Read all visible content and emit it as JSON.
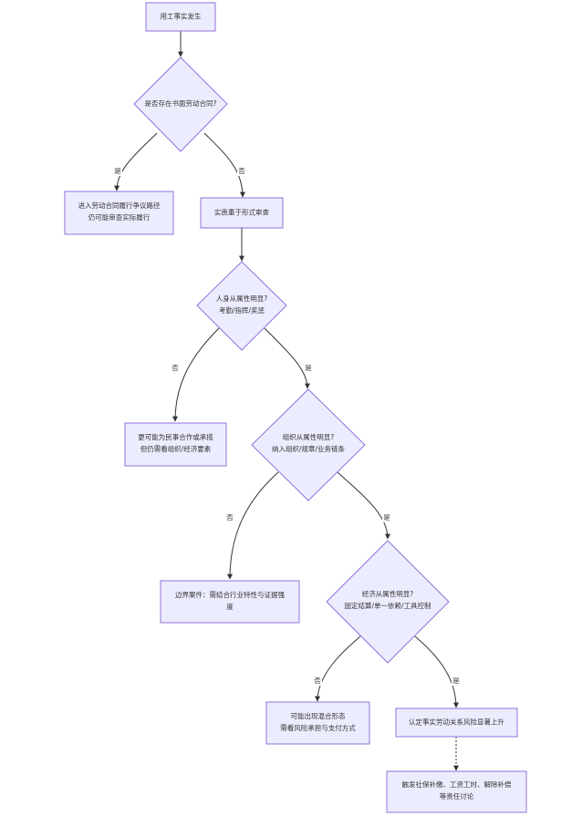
{
  "nodes": {
    "start": [
      "用工事实发生"
    ],
    "q_contract": [
      "是否存在书面劳动合同?"
    ],
    "contract_path": [
      "进入劳动合同履行争议路径",
      "仍可能审查实际履行"
    ],
    "substance_review": [
      "实质重于形式审查"
    ],
    "q_personal": [
      "人身从属性明显?",
      "考勤/指挥/奖惩"
    ],
    "civil_contract": [
      "更可能为民事合作或承揽",
      "但仍需看组织/经济要素"
    ],
    "q_org": [
      "组织从属性明显?",
      "纳入组织/规章/业务链条"
    ],
    "boundary_case": [
      "边界案件：需结合行业特性与证据强",
      "度"
    ],
    "q_econ": [
      "经济从属性明显?",
      "固定结算/单一依赖/工具控制"
    ],
    "mixed_form": [
      "可能出现混合形态",
      "需看风险承担与支付方式"
    ],
    "labor_risk": [
      "认定事实劳动关系风险显著上升"
    ],
    "liabilities": [
      "触发社保补缴、工资工时、解除补偿",
      "等责任讨论"
    ]
  },
  "edge_labels": {
    "contract_yes": "是",
    "contract_no": "否",
    "personal_no": "否",
    "personal_yes": "是",
    "org_no": "否",
    "org_yes": "是",
    "econ_no": "否",
    "econ_yes": "是"
  },
  "colors": {
    "node_fill": "#ECECFF",
    "node_stroke": "#9370DB",
    "edge": "#333333"
  }
}
